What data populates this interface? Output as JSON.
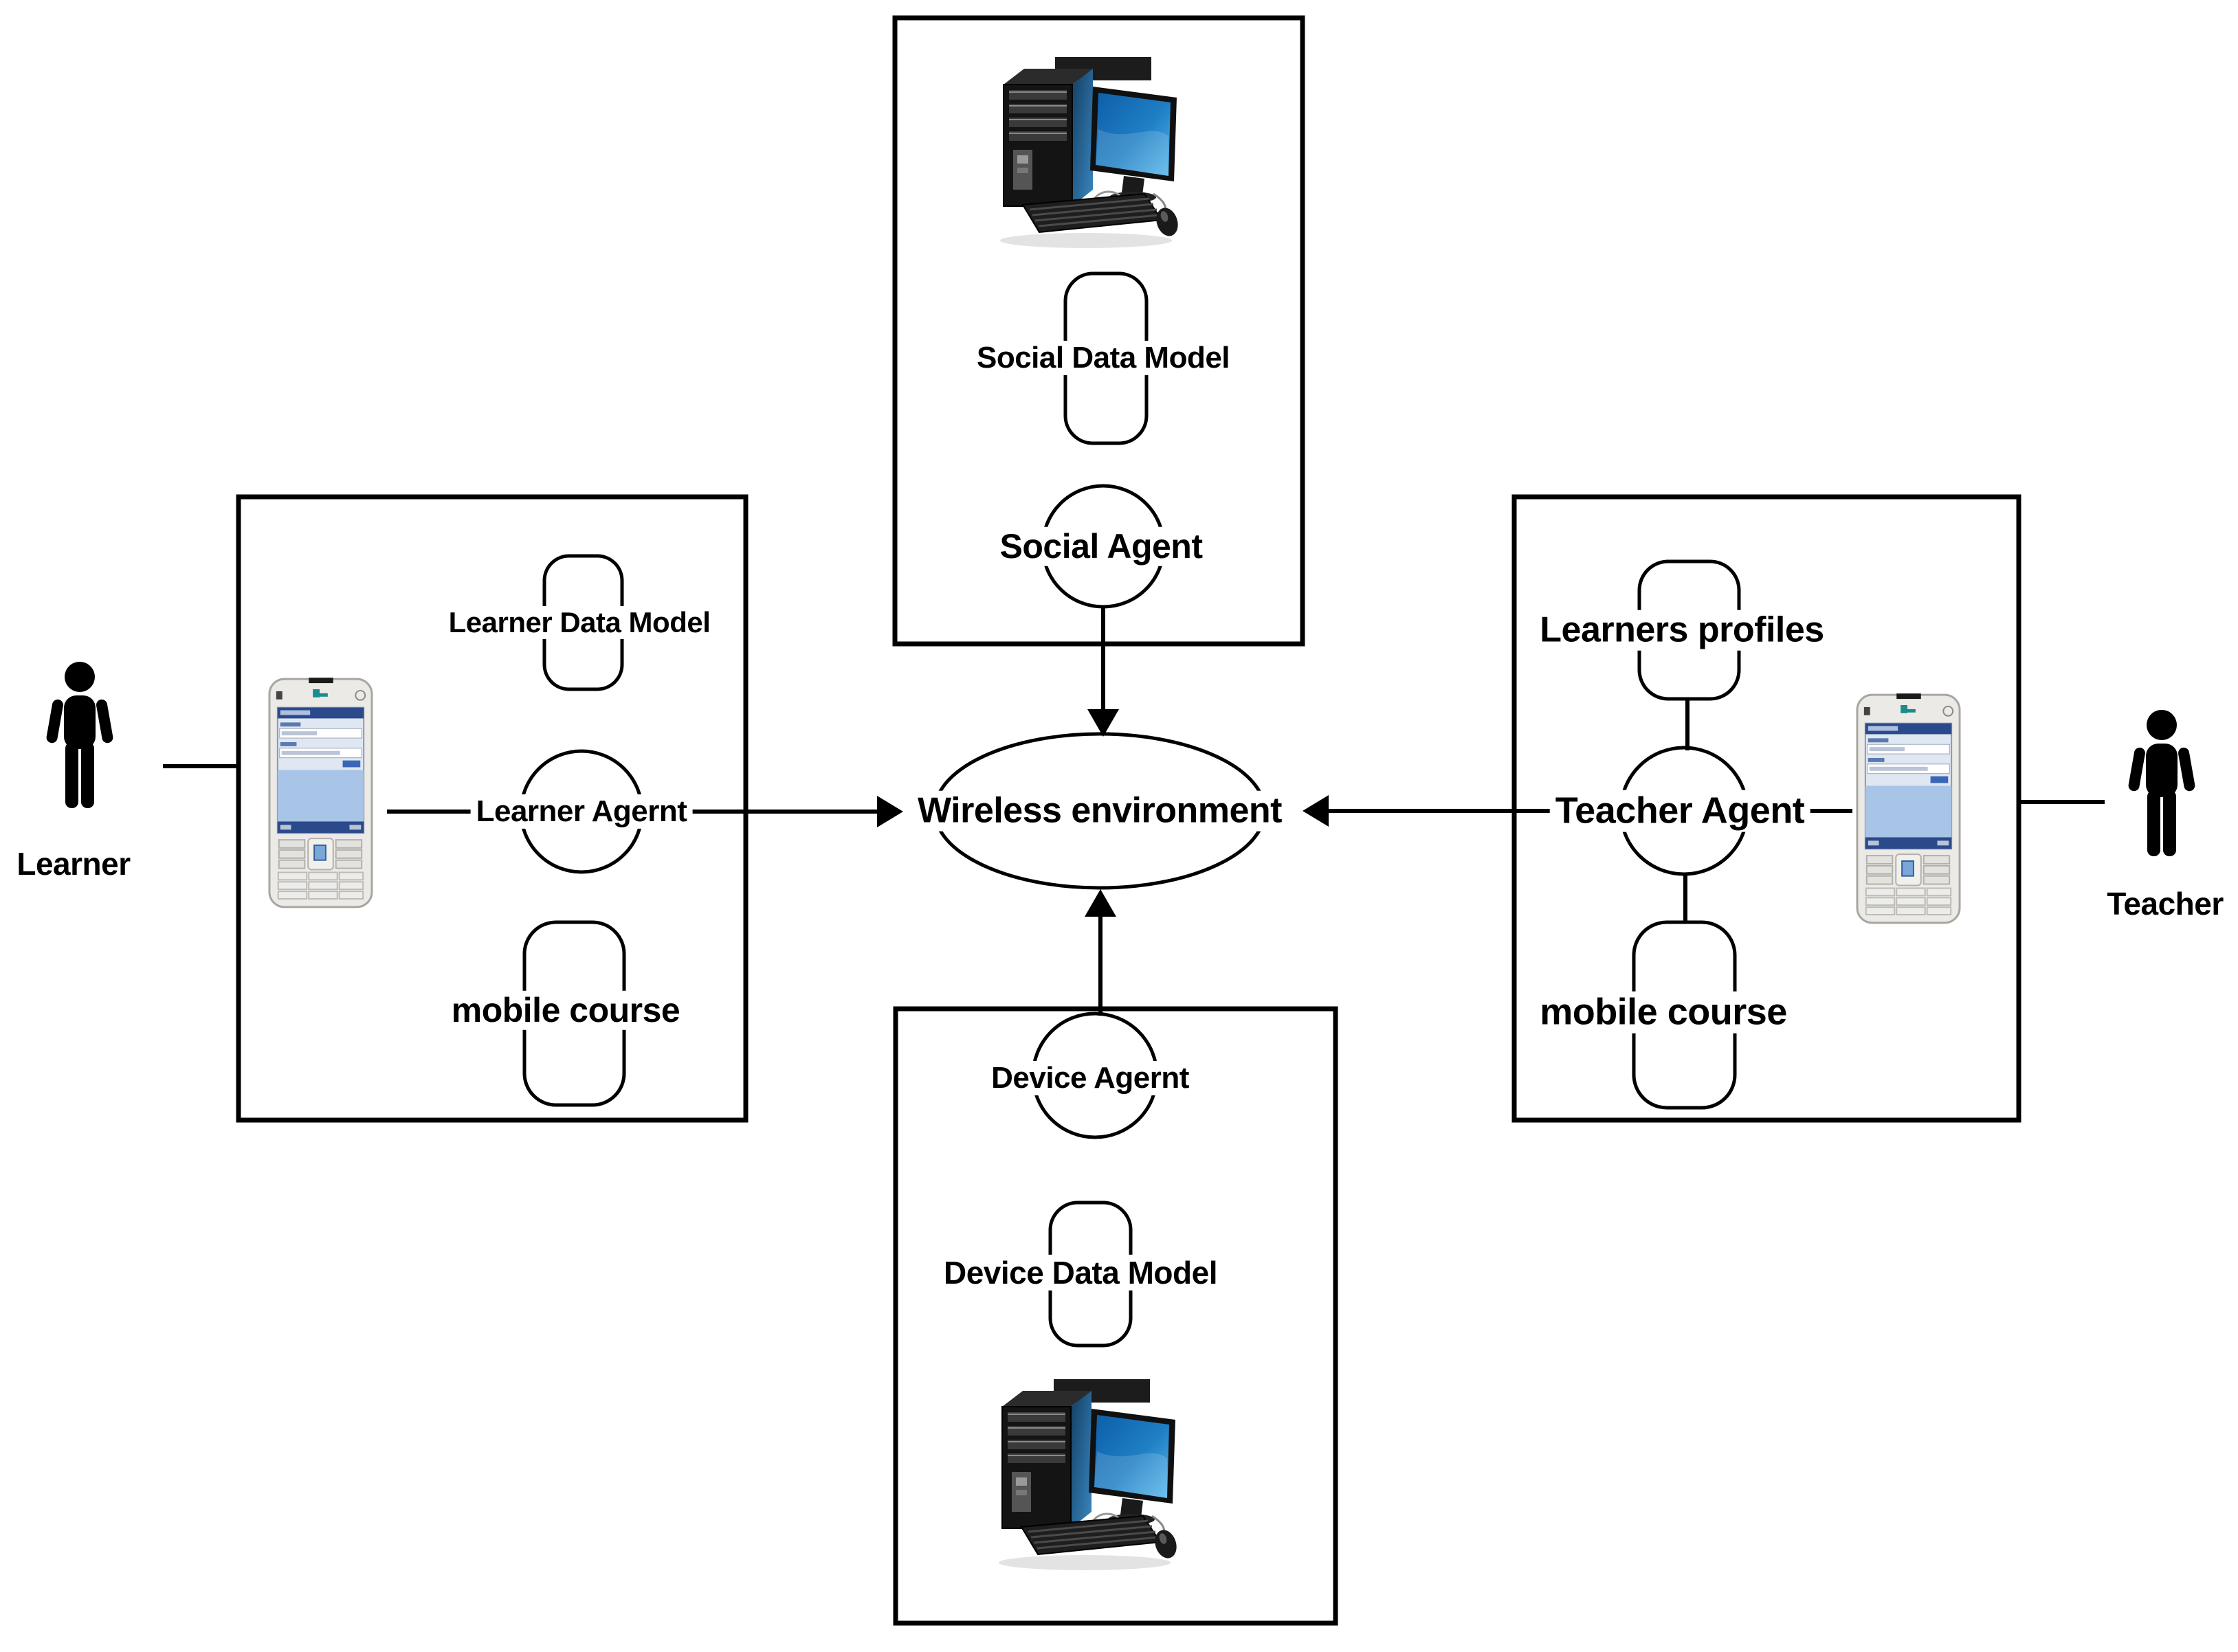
{
  "wireless_environment": {
    "label": "Wireless environment"
  },
  "social_server": {
    "data_model_label": "Social Data Model",
    "agent_label": "Social Agent"
  },
  "learner_side": {
    "data_model_label": "Learner Data Model",
    "agent_label": "Learner Agernt",
    "course_label": "mobile course",
    "actor_label": "Learner"
  },
  "teacher_side": {
    "profiles_label": "Learners profiles",
    "agent_label": "Teacher Agent",
    "course_label": "mobile course",
    "actor_label": "Teacher"
  },
  "device_server": {
    "agent_label": "Device Agernt",
    "data_model_label": "Device Data Model"
  },
  "icons": {
    "computer": "desktop-computer-icon",
    "phone": "mobile-phone-icon",
    "person": "person-icon"
  },
  "colors": {
    "stroke": "#000000",
    "background": "#ffffff",
    "monitor_blue_dark": "#0d5ea8",
    "monitor_blue_light": "#56b7ec",
    "phone_body": "#eceae6",
    "phone_screen": "#a8c4e6",
    "phone_titlebar": "#2a4a8b"
  }
}
